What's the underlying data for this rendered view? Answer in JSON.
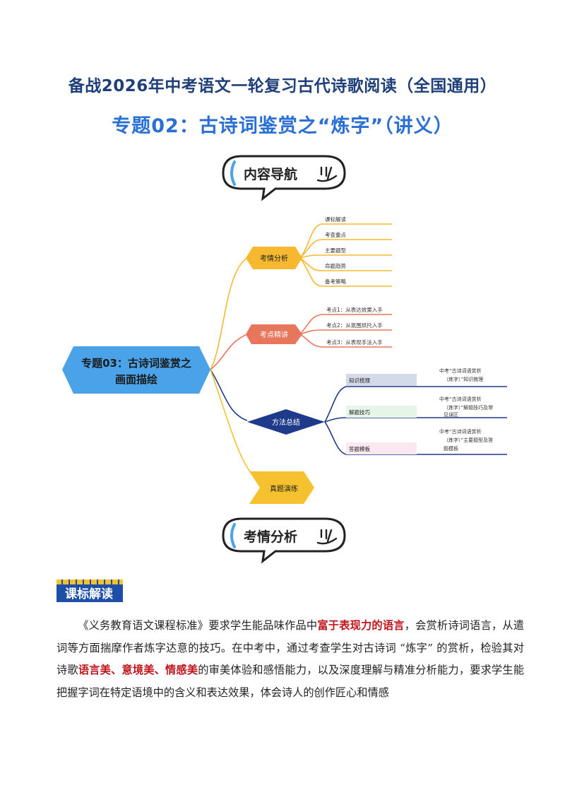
{
  "doc": {
    "title1": "备战2026年中考语文一轮复习古代诗歌阅读（全国通用）",
    "title2": "专题02：古诗词鉴赏之“炼字”（讲义）"
  },
  "nav_header": {
    "label": "内容导航",
    "icon": "scribble-icon"
  },
  "section_header": {
    "label": "考情分析",
    "icon": "scribble-icon"
  },
  "mindmap": {
    "root": {
      "line1": "专题03：古诗词鉴赏之",
      "line2": "画面描绘",
      "color": "#4aa3e8"
    },
    "branches": [
      {
        "label": "考情分析",
        "color": "#f5b82e",
        "items": [
          "课标解读",
          "考查重点",
          "主要题型",
          "命题趋势",
          "备考策略"
        ]
      },
      {
        "label": "考点精讲",
        "color": "#e8765c",
        "items": [
          "考点1：从表达效果入手",
          "考点2：从氛围烘托入手",
          "考点3：从表现手法入手"
        ]
      },
      {
        "label": "方法总结",
        "color": "#1f3a8a",
        "items": [
          {
            "label": "知识梳理",
            "desc1": "中考“古诗词语赏析",
            "desc2": "（炼字）”知识梳理",
            "desc3": ""
          },
          {
            "label": "解题技巧",
            "desc1": "中考“古诗词语赏析",
            "desc2": "（炼字）”解题技巧及常",
            "desc3": "见误区"
          },
          {
            "label": "答题模板",
            "desc1": "中考“古诗词语赏析",
            "desc2": "（炼字）”主要题型及答",
            "desc3": "题模板"
          }
        ]
      },
      {
        "label": "真题演练",
        "color": "#f5c12e",
        "items": []
      }
    ]
  },
  "section_tag": {
    "label": "课标解读",
    "color": "#1e4fa8"
  },
  "paragraph": {
    "p1": "《义务教育语文课程标准》要求学生能品味作品中",
    "em1": "富于表现力的语言",
    "p2": "，会赏析诗词语言，从遣词等方面揣摩作者炼字达意的技巧。在中考中，通过考查学生对古诗词 “炼字” 的赏析，检验其对诗歌",
    "em2": "语言美、意境美、情感美",
    "p3": "的审美体验和感悟能力，以及深度理解与精准分析能力，要求学生能把握字词在特定语境中的含义和表达效果，体会诗人的创作匠心和情感"
  }
}
